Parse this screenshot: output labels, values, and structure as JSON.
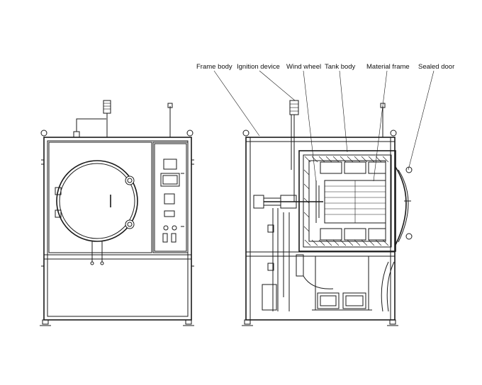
{
  "callouts": [
    {
      "id": "frame-body",
      "text": "Frame body"
    },
    {
      "id": "ignition-device",
      "text": "Ignition device"
    },
    {
      "id": "wind-wheel",
      "text": "Wind wheel"
    },
    {
      "id": "tank-body",
      "text": "Tank body"
    },
    {
      "id": "material-frame",
      "text": "Material frame"
    },
    {
      "id": "sealed-door",
      "text": "Sealed door"
    }
  ],
  "colors": {
    "line": "#1a1a1a",
    "background": "#ffffff"
  }
}
